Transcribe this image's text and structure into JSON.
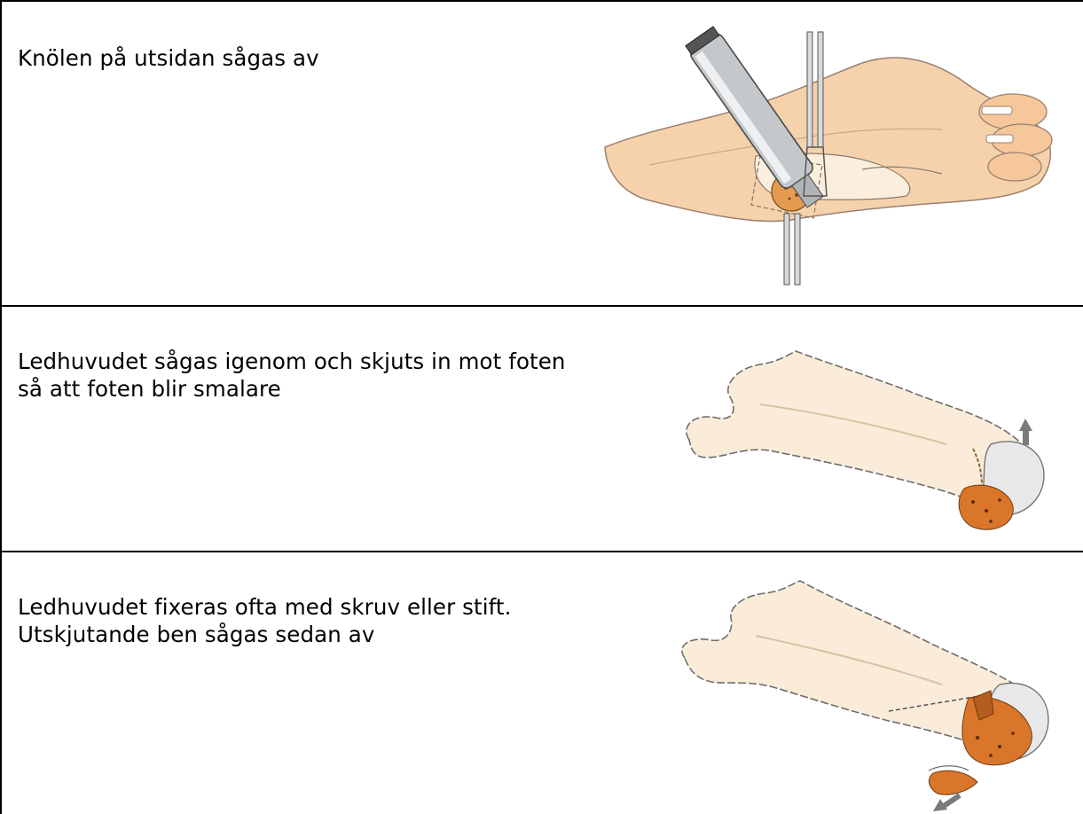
{
  "steps": [
    {
      "caption": "Knölen på utsidan sågas av",
      "figure_icon": "foot-surgery-saw-illustration"
    },
    {
      "caption": "Ledhuvudet sågas igenom och skjuts in mot foten\nså att foten blir smalare",
      "figure_icon": "metatarsal-bone-osteotomy-illustration"
    },
    {
      "caption": "Ledhuvudet fixeras ofta med skruv eller stift.\nUtskjutande ben sågas sedan av",
      "figure_icon": "metatarsal-bone-fixation-illustration"
    }
  ],
  "colors": {
    "border": "#000000",
    "bone": "#f8e6cf",
    "skin": "#f6c79a",
    "cancellous": "#d9762a",
    "instrument": "#bfc2c4"
  }
}
